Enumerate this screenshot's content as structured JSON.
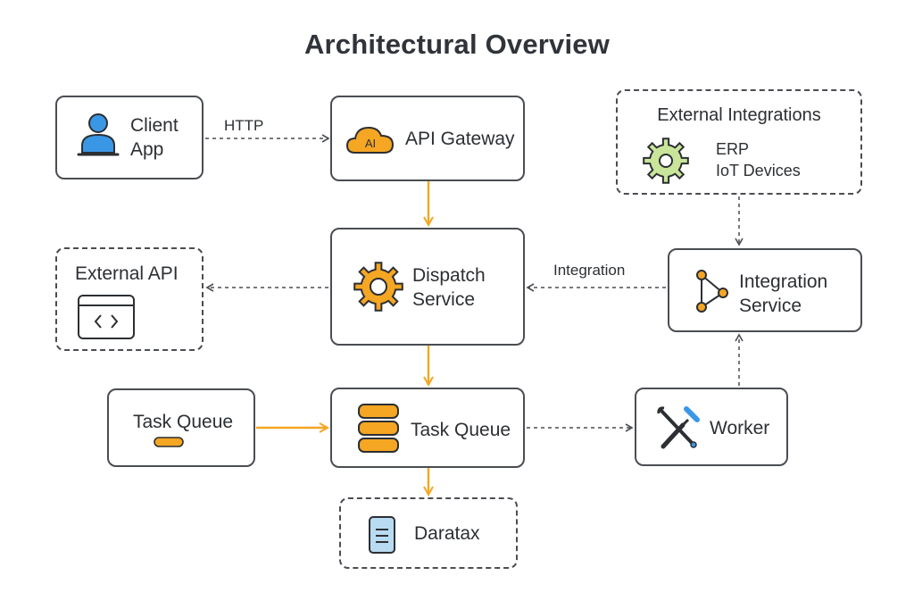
{
  "title": "Architectural Overview",
  "colors": {
    "accent": "#f5a623",
    "outline": "#4a4d52",
    "user_blue": "#3a97e6",
    "gear_green": "#c9e59a",
    "doc_blue": "#b9dbf1"
  },
  "nodes": {
    "client_app": {
      "line1": "Client",
      "line2": "App",
      "icon": "user-laptop-icon"
    },
    "api_gateway": {
      "label": "API Gateway",
      "icon": "cloud-icon",
      "icon_text": "AI"
    },
    "external_integrations": {
      "title": "External Integrations",
      "items": [
        "ERP",
        "IoT Devices"
      ],
      "icon": "gear-icon"
    },
    "external_api": {
      "label": "External API",
      "icon": "code-window-icon"
    },
    "dispatch_service": {
      "line1": "Dispatch",
      "line2": "Service",
      "icon": "gear-icon"
    },
    "integration_service": {
      "line1": "Integration",
      "line2": "Service",
      "icon": "network-nodes-icon"
    },
    "task_queue_left": {
      "label": "Task Queue",
      "icon": "pill-icon"
    },
    "task_queue_center": {
      "label": "Task Queue",
      "icon": "database-icon"
    },
    "worker": {
      "label": "Worker",
      "icon": "tools-icon"
    },
    "daratax": {
      "label": "Daratax",
      "icon": "document-icon"
    }
  },
  "edges": {
    "http_label": "HTTP",
    "integration_label": "Integration"
  }
}
